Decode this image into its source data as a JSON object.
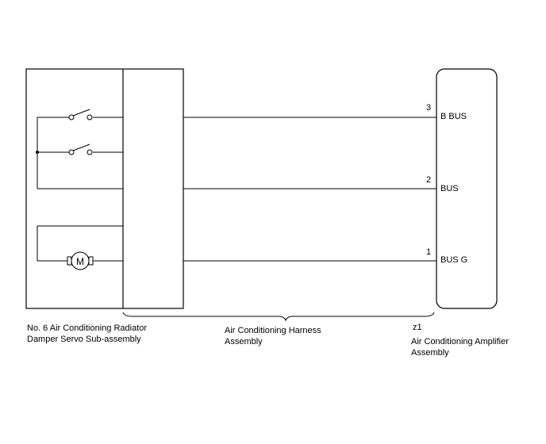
{
  "servo": {
    "label_line1": "No. 6 Air Conditioning Radiator",
    "label_line2": "Damper Servo Sub-assembly",
    "motor_symbol": "M"
  },
  "harness": {
    "label_line1": "Air Conditioning Harness",
    "label_line2": "Assembly"
  },
  "amplifier": {
    "connector": "z1",
    "label_line1": "Air Conditioning Amplifier",
    "label_line2": "Assembly",
    "pins": [
      {
        "number": "3",
        "name": "B BUS"
      },
      {
        "number": "2",
        "name": "BUS"
      },
      {
        "number": "1",
        "name": "BUS G"
      }
    ]
  }
}
